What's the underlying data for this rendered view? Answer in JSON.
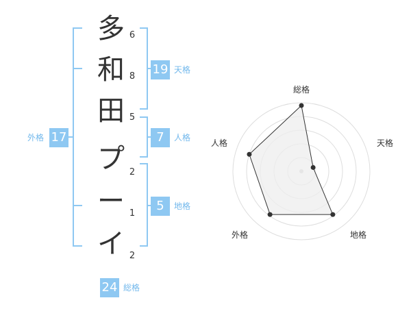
{
  "name": {
    "characters": [
      {
        "char": "多",
        "strokes": "6"
      },
      {
        "char": "和",
        "strokes": "8"
      },
      {
        "char": "田",
        "strokes": "5"
      },
      {
        "char": "プ",
        "strokes": "2"
      },
      {
        "char": "ー",
        "strokes": "1"
      },
      {
        "char": "イ",
        "strokes": "2"
      }
    ]
  },
  "fortunes": {
    "tenkaku": {
      "value": "19",
      "label": "天格"
    },
    "jinkaku": {
      "value": "7",
      "label": "人格"
    },
    "chikaku": {
      "value": "5",
      "label": "地格"
    },
    "gaikaku": {
      "value": "17",
      "label": "外格"
    },
    "soukaku": {
      "value": "24",
      "label": "総格"
    }
  },
  "radar": {
    "axes": [
      "総格",
      "天格",
      "地格",
      "外格",
      "人格"
    ],
    "levels": 5,
    "values": [
      4.8,
      0.9,
      3.9,
      3.9,
      4.0
    ],
    "colors": {
      "fill": "#eeeeee",
      "line": "#333333",
      "grid": "#dddddd",
      "point": "#333333"
    }
  },
  "colors": {
    "accent": "#8ec8f2",
    "accent_text": "#72b8ec",
    "text": "#333333"
  }
}
